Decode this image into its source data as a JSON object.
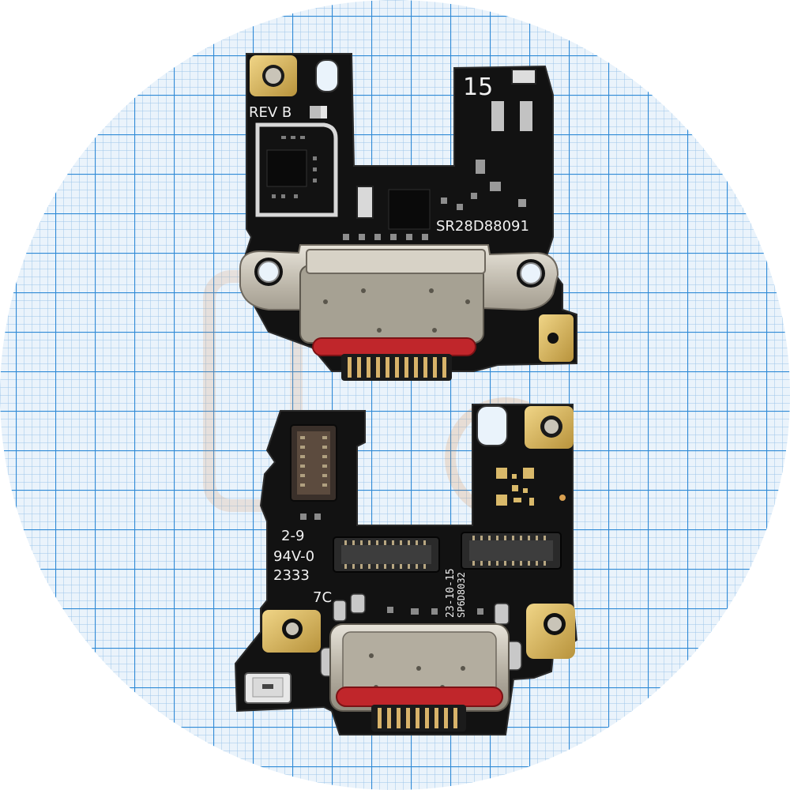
{
  "photo": {
    "description_none": "",
    "background": "#ffffff",
    "grid_paper": "#eaf3fb",
    "grid_fine": "#9cc6ea",
    "grid_bold": "#2f8ad6",
    "pcb": "#121212",
    "gold": "#d6b45a",
    "metal": "#c9c4b8",
    "gasket": "#c0262b"
  },
  "board_top": {
    "rev": "REV B",
    "number": "15",
    "serial": "SR28D88091"
  },
  "board_bottom": {
    "line1": "2-9",
    "line2": "94V-0",
    "line3": "2333",
    "line4": "7C",
    "date": "23-10-15",
    "code": "SP6D8032"
  }
}
